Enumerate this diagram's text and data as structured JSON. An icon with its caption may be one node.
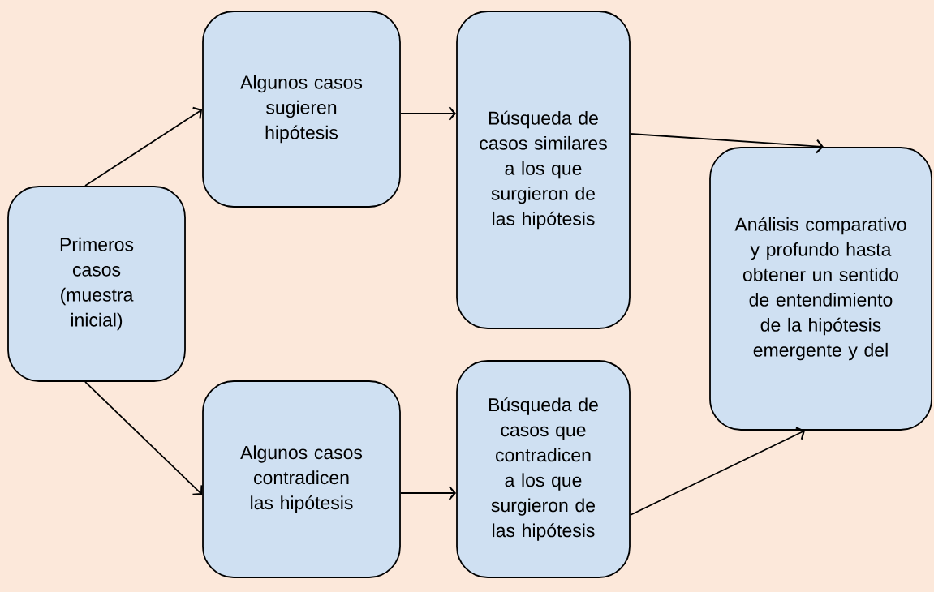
{
  "diagram": {
    "nodes": [
      {
        "text": [
          "Primeros casos (muestra inicial)"
        ]
      },
      {
        "text": [
          "Algunos casos sugieren hipótesis"
        ]
      },
      {
        "text": [
          "Búsqueda de casos similares a los que surgieron de las hipótesis"
        ]
      },
      {
        "text": [
          "Análisis comparativo y profundo hasta obtener un sentido de entendimiento de la hipótesis emergente y del"
        ]
      },
      {
        "text": [
          "Algunos casos contradicen las hipótesis"
        ]
      },
      {
        "text": [
          "Búsqueda de casos que contradicen a los que surgieron de las hipótesis"
        ]
      }
    ],
    "edges": [
      {
        "from": 0,
        "to": 1,
        "arrow": "to"
      },
      {
        "from": 1,
        "to": 2,
        "arrow": "to"
      },
      {
        "from": 2,
        "to": 3,
        "arrow": "to"
      },
      {
        "from": 0,
        "to": 4,
        "arrow": "to"
      },
      {
        "from": 4,
        "to": 5,
        "arrow": "to"
      },
      {
        "from": 5,
        "to": 3,
        "arrow": "to"
      }
    ]
  }
}
